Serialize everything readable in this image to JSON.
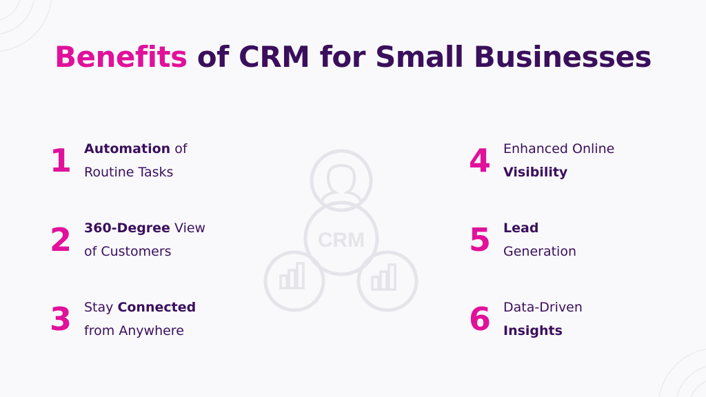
{
  "title": {
    "highlight": "Benefits",
    "rest": " of CRM for Small Businesses"
  },
  "diagram": {
    "center_label": "CRM",
    "icons": [
      "user-icon",
      "bar-chart-icon",
      "bar-chart-icon"
    ]
  },
  "colors": {
    "accent": "#e0119b",
    "text": "#3a0f5c",
    "icon": "#e4e4ea"
  },
  "benefits": [
    {
      "number": "1",
      "line1_bold": "Automation",
      "line1_rest": " of",
      "line2": "Routine Tasks"
    },
    {
      "number": "2",
      "line1_bold": "360-Degree",
      "line1_rest": " View",
      "line2": "of Customers"
    },
    {
      "number": "3",
      "line1_pre": "Stay ",
      "line1_bold": "Connected",
      "line2": "from Anywhere"
    },
    {
      "number": "4",
      "line1": "Enhanced Online",
      "line2_bold": "Visibility"
    },
    {
      "number": "5",
      "line1_bold": "Lead",
      "line2": "Generation"
    },
    {
      "number": "6",
      "line1": "Data-Driven",
      "line2_bold": "Insights"
    }
  ]
}
